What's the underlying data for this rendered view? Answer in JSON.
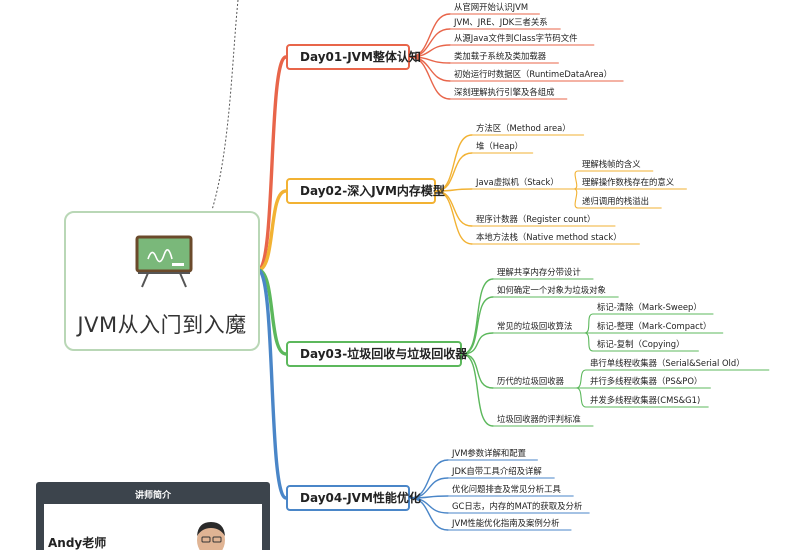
{
  "root": {
    "title": "JVM从入门到入魔",
    "accent": "#4caf50"
  },
  "topics": [
    {
      "label": "Day01-JVM整体认知",
      "color": "#e8654a",
      "children": [
        {
          "label": "从官网开始认识JVM"
        },
        {
          "label": "JVM、JRE、JDK三者关系"
        },
        {
          "label": "从源Java文件到Class字节码文件"
        },
        {
          "label": "类加载子系统及类加载器"
        },
        {
          "label": "初始运行时数据区（RuntimeDataArea）"
        },
        {
          "label": "深刻理解执行引擎及各组成"
        }
      ]
    },
    {
      "label": "Day02-深入JVM内存模型",
      "color": "#f2b233",
      "children": [
        {
          "label": "方法区（Method area）"
        },
        {
          "label": "堆（Heap）"
        },
        {
          "label": "Java虚拟机（Stack）",
          "children": [
            {
              "label": "理解栈帧的含义"
            },
            {
              "label": "理解操作数栈存在的意义"
            },
            {
              "label": "递归调用的栈溢出"
            }
          ]
        },
        {
          "label": "程序计数器（Register count）"
        },
        {
          "label": "本地方法栈（Native method stack）"
        }
      ]
    },
    {
      "label": "Day03-垃圾回收与垃圾回收器",
      "color": "#5cb85c",
      "children": [
        {
          "label": "理解共享内存分带设计"
        },
        {
          "label": "如何确定一个对象为垃圾对象"
        },
        {
          "label": "常见的垃圾回收算法",
          "children": [
            {
              "label": "标记-清除（Mark-Sweep）"
            },
            {
              "label": "标记-整理（Mark-Compact）"
            },
            {
              "label": "标记-复制（Copying）"
            }
          ]
        },
        {
          "label": "历代的垃圾回收器",
          "children": [
            {
              "label": "串行单线程收集器（Serial&Serial Old）"
            },
            {
              "label": "并行多线程收集器（PS&PO）"
            },
            {
              "label": "并发多线程收集器(CMS&G1)"
            }
          ]
        },
        {
          "label": "垃圾回收器的评判标准"
        }
      ]
    },
    {
      "label": "Day04-JVM性能优化",
      "color": "#4a86c8",
      "children": [
        {
          "label": "JVM参数详解和配置"
        },
        {
          "label": "JDK自带工具介绍及详解"
        },
        {
          "label": "优化问题排查及常见分析工具"
        },
        {
          "label": "GC日志，内存的MAT的获取及分析"
        },
        {
          "label": "JVM性能优化指南及案例分析"
        }
      ]
    }
  ],
  "instructor": {
    "heading": "讲师简介",
    "name": "Andy老师"
  },
  "icons": {
    "root": "chalkboard-icon",
    "instructor": "avatar-photo-icon"
  }
}
